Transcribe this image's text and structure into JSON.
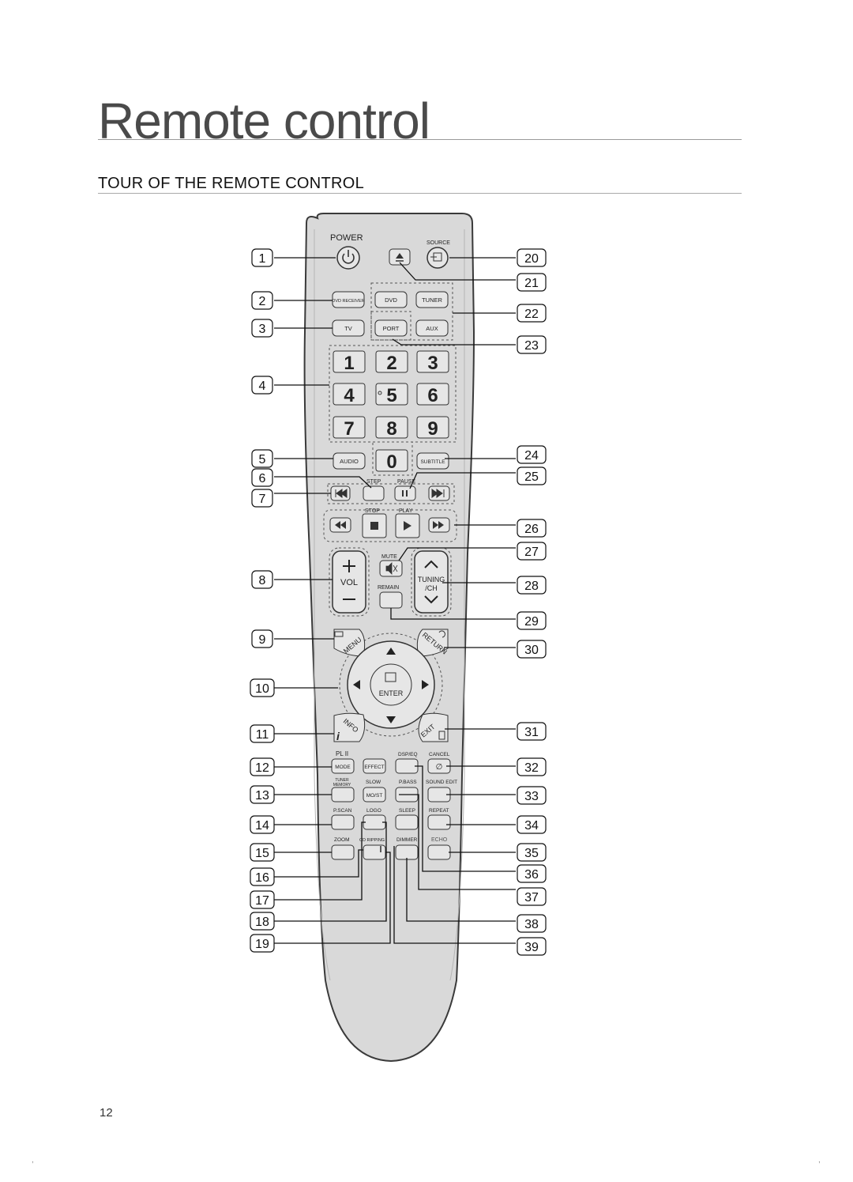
{
  "page": {
    "title": "Remote control",
    "section_title": "TOUR OF THE REMOTE CONTROL",
    "page_number": "12",
    "corner_marks": [
      ",",
      ","
    ]
  },
  "remote": {
    "power_label": "POWER",
    "source_label": "SOURCE",
    "function_buttons": [
      "DVD RECEIVER",
      "DVD",
      "TUNER",
      "TV",
      "PORT",
      "AUX"
    ],
    "number_keys": [
      "1",
      "2",
      "3",
      "4",
      "5",
      "6",
      "7",
      "8",
      "9",
      "0"
    ],
    "audio_label": "AUDIO",
    "subtitle_label": "SUBTITLE",
    "step_label": "STEP",
    "pause_label": "PAUSE",
    "stop_label": "STOP",
    "play_label": "PLAY",
    "mute_label": "MUTE",
    "remain_label": "REMAIN",
    "vol_label": "VOL",
    "tuning_label": "TUNING",
    "ch_label": "/CH",
    "menu_label": "MENU",
    "return_label": "RETURN",
    "enter_label": "ENTER",
    "info_label": "INFO",
    "exit_label": "EXIT",
    "pl2_label": "PL II",
    "dsp_eq_label": "DSP/EQ",
    "cancel_label": "CANCEL",
    "mode_label": "MODE",
    "effect_label": "EFFECT",
    "tuner_memory_label": [
      "TUNER",
      "MEMORY"
    ],
    "slow_label": "SLOW",
    "pbass_label": "P.BASS",
    "sound_edit_label": "SOUND EDIT",
    "mo_st_label": "MO/ST",
    "pscan_label": "P.SCAN",
    "logo_label": "LOGO",
    "sleep_label": "SLEEP",
    "repeat_label": "REPEAT",
    "zoom_label": "ZOOM",
    "cd_ripping_label": "CD RIPPING",
    "dimmer_label": "DIMMER",
    "echo_label": "ECHO"
  },
  "callouts_left": [
    "1",
    "2",
    "3",
    "4",
    "5",
    "6",
    "7",
    "8",
    "9",
    "10",
    "11",
    "12",
    "13",
    "14",
    "15",
    "16",
    "17",
    "18",
    "19"
  ],
  "callouts_right": [
    "20",
    "21",
    "22",
    "23",
    "24",
    "25",
    "26",
    "27",
    "28",
    "29",
    "30",
    "31",
    "32",
    "33",
    "34",
    "35",
    "36",
    "37",
    "38",
    "39"
  ],
  "colors": {
    "remote_body": "#d9d9d9",
    "remote_outline": "#3a3a3a",
    "button_fill": "#e6e6e6",
    "line": "#111111"
  }
}
